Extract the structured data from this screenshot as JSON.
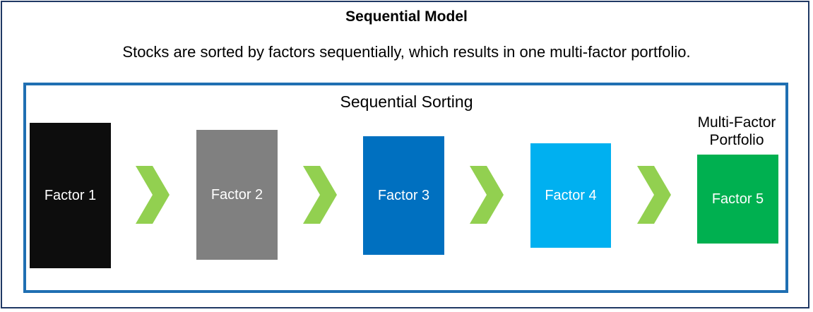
{
  "title": "Sequential Model",
  "subtitle": "Stocks are sorted by factors sequentially, which results in one multi-factor portfolio.",
  "sorting_label": "Sequential Sorting",
  "portfolio_label_line1": "Multi-Factor",
  "portfolio_label_line2": "Portfolio",
  "factors": [
    {
      "label": "Factor 1",
      "color": "#0d0d0d"
    },
    {
      "label": "Factor 2",
      "color": "#808080"
    },
    {
      "label": "Factor 3",
      "color": "#0070c0"
    },
    {
      "label": "Factor 4",
      "color": "#00b0f0"
    },
    {
      "label": "Factor 5",
      "color": "#00b050"
    }
  ],
  "arrow_color": "#92d050",
  "frame_color": "#1f3864",
  "inner_frame_color": "#1f6fb2"
}
